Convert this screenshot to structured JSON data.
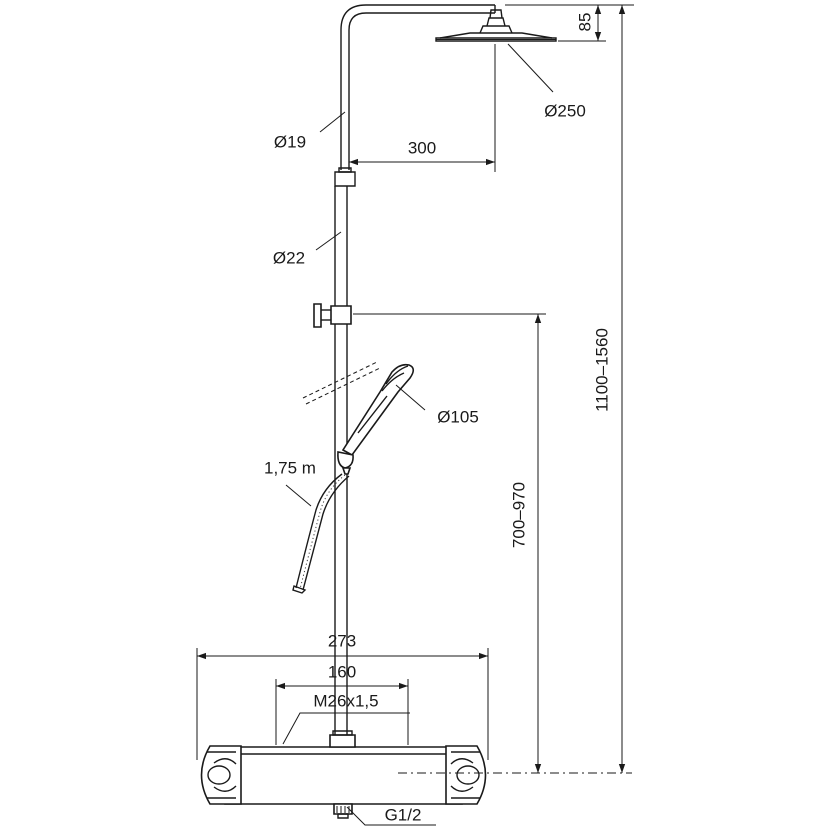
{
  "dimensions": {
    "head_drop": "85",
    "head_diameter": "Ø250",
    "upper_pipe_diameter": "Ø19",
    "arm_length": "300",
    "lower_pipe_diameter": "Ø22",
    "total_height": "1100–1560",
    "handshower_diameter": "Ø105",
    "hose_length": "1,75 m",
    "valve_height": "700–970",
    "mixer_width": "273",
    "outlet_spacing": "160",
    "outlet_thread": "M26x1,5",
    "inlet_thread": "G1/2"
  },
  "colors": {
    "line": "#1a1a1a",
    "background": "#ffffff"
  }
}
